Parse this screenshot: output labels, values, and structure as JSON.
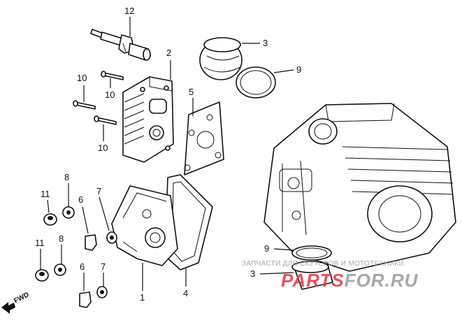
{
  "diagram": {
    "callouts": [
      {
        "id": "c12",
        "text": "12"
      },
      {
        "id": "c2",
        "text": "2"
      },
      {
        "id": "c3a",
        "text": "3"
      },
      {
        "id": "c9a",
        "text": "9"
      },
      {
        "id": "c10a",
        "text": "10"
      },
      {
        "id": "c10b",
        "text": "10"
      },
      {
        "id": "c10c",
        "text": "10"
      },
      {
        "id": "c5",
        "text": "5"
      },
      {
        "id": "c11a",
        "text": "11"
      },
      {
        "id": "c8a",
        "text": "8"
      },
      {
        "id": "c6a",
        "text": "6"
      },
      {
        "id": "c7a",
        "text": "7"
      },
      {
        "id": "c11b",
        "text": "11"
      },
      {
        "id": "c8b",
        "text": "8"
      },
      {
        "id": "c6b",
        "text": "6"
      },
      {
        "id": "c7b",
        "text": "7"
      },
      {
        "id": "c1",
        "text": "1"
      },
      {
        "id": "c4",
        "text": "4"
      },
      {
        "id": "c9b",
        "text": "9"
      },
      {
        "id": "c3b",
        "text": "3"
      }
    ],
    "fwd_label": "FWD",
    "watermark": {
      "line1": "ЗАПЧАСТИ ДЛЯ СКУТЕРОВ И МОТОТЕХНИКИ",
      "brand_red": "PARTS",
      "brand_grey": "FOR.RU"
    },
    "colors": {
      "ink": "#111111",
      "watermark_grey": "#9a9a9a",
      "watermark_red": "#e3353c"
    }
  }
}
